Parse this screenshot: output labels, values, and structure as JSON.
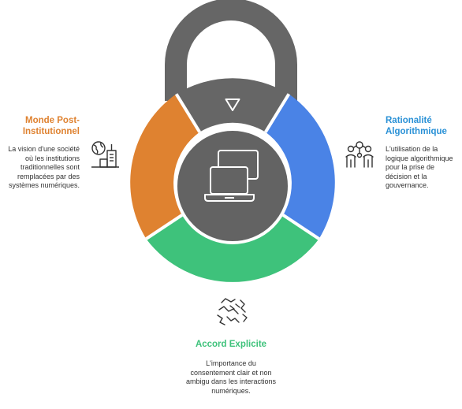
{
  "colors": {
    "orange": "#DF8230",
    "blue": "#4A83E6",
    "green": "#3EC27B",
    "top": "#666666",
    "shackle": "#666666",
    "center": "#636363",
    "title_blue": "#2A91D6"
  },
  "left": {
    "title": "Monde Post-Institutionnel",
    "description": "La vision d'une société où les institutions traditionnelles sont remplacées par des systèmes numériques.",
    "icon": "globe-city-icon"
  },
  "right": {
    "title": "Rationalité Algorithmique",
    "description": "L'utilisation de la logique algorithmique pour la prise de décision et la gouvernance.",
    "icon": "network-people-icon"
  },
  "bottom": {
    "title": "Accord Explicite",
    "description": "L'importance du consentement clair et non ambigu dans les interactions numériques.",
    "icon": "handshake-icon"
  },
  "center": {
    "icon": "laptop-icon"
  },
  "top_segment": {
    "icon": "triangle-down-icon"
  }
}
